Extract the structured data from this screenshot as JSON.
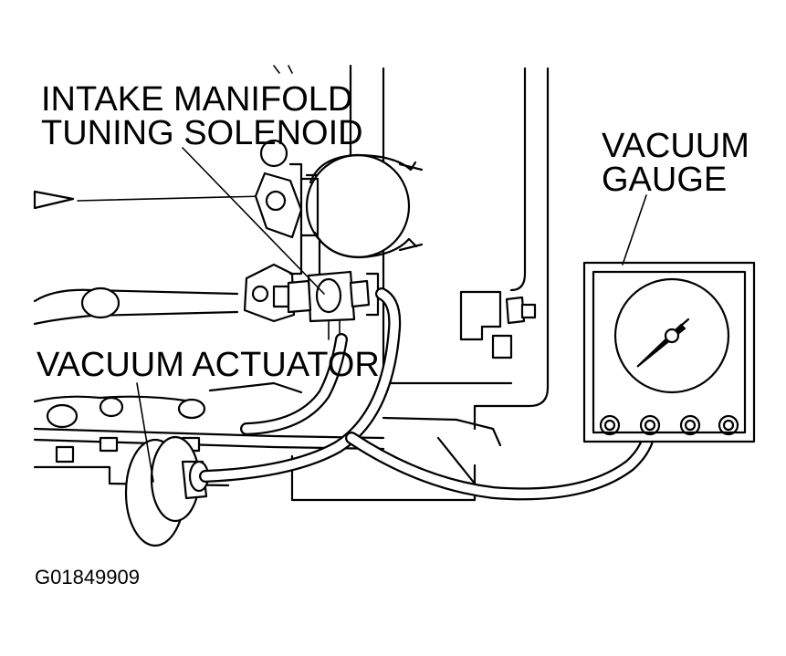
{
  "labels": {
    "solenoid_line1": "INTAKE MANIFOLD",
    "solenoid_line2": "TUNING SOLENOID",
    "gauge_line1": "VACUUM",
    "gauge_line2": "GAUGE",
    "actuator": "VACUUM ACTUATOR",
    "figure_id": "G01849909"
  }
}
